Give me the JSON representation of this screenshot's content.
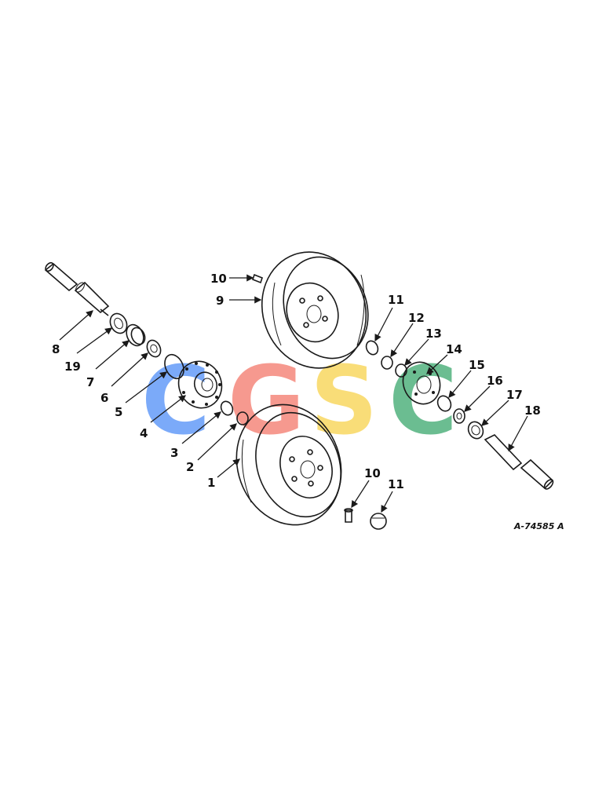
{
  "drawing": {
    "reference_number": "A-74585 A",
    "callouts": {
      "c1": "1",
      "c2": "2",
      "c3": "3",
      "c4": "4",
      "c5": "5",
      "c6": "6",
      "c7": "7",
      "c8": "8",
      "c9": "9",
      "c10a": "10",
      "c10b": "10",
      "c11a": "11",
      "c11b": "11",
      "c12": "12",
      "c13": "13",
      "c14": "14",
      "c15": "15",
      "c16": "16",
      "c17": "17",
      "c18": "18",
      "c19": "19"
    }
  },
  "watermark": {
    "letters": [
      "C",
      "G",
      "S",
      "C"
    ],
    "colors": [
      "#4f8ef7",
      "#f4786a",
      "#f8d24c",
      "#3aa76d"
    ]
  }
}
